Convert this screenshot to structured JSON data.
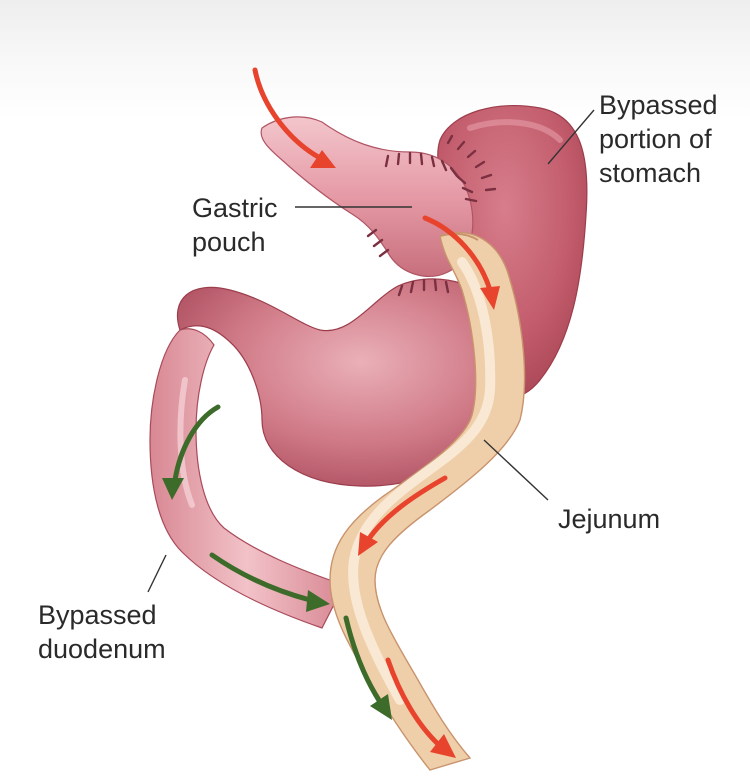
{
  "labels": {
    "gastric_pouch": [
      "Gastric",
      "pouch"
    ],
    "bypassed_stomach": [
      "Bypassed",
      "portion of",
      "stomach"
    ],
    "jejunum": [
      "Jejunum"
    ],
    "bypassed_duodenum": [
      "Bypassed",
      "duodenum"
    ]
  },
  "colors": {
    "stomach": "#c6606f",
    "stomach_light": "#ecb9bf",
    "stomach_dark": "#9c3d4c",
    "jejunum": "#efcfa9",
    "jejunum_light": "#fbeedd",
    "jejunum_dark": "#cf9d78",
    "arrow_food": "#e8432d",
    "arrow_digestive": "#3d6b2a",
    "staple": "#7a3040"
  },
  "icons": {
    "food_flow": "red-arrow-icon",
    "digestive_flow": "green-arrow-icon"
  }
}
